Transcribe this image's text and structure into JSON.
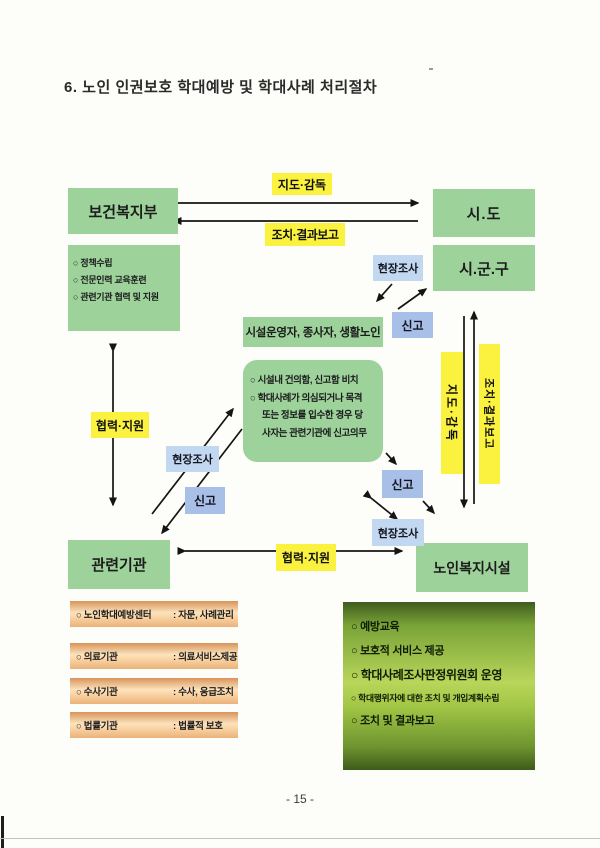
{
  "page": {
    "title": "6. 노인 인권보호 학대예방 및 학대사례 처리절차",
    "page_number": "- 15 -"
  },
  "nodes": {
    "mohw": "보건복지부",
    "sido": "시.도",
    "sigungu": "시.군.구",
    "related_org": "관련기관",
    "facility": "노인복지시설",
    "operators": "시설운영자, 종사자, 생활노인"
  },
  "edge_labels": {
    "guide_supervise": "지도·감독",
    "action_report": "조치·결과보고",
    "coop_support": "협력·지원",
    "field_survey": "현장조사",
    "report": "신고"
  },
  "mohw_tasks": {
    "t1": "○ 정책수립",
    "t2": "○ 전문인력 교육훈련",
    "t3": "○ 관련기관 협력 및 지원"
  },
  "operator_duties": {
    "l1": "○ 시설내 건의함, 신고함 비치",
    "l2": "○ 학대사례가 의심되거나 목격",
    "l3": "또는 정보를 입수한 경우 당",
    "l4": "사자는 관련기관에 신고의무"
  },
  "related_list": [
    {
      "org": "○ 노인학대예방센터",
      "role": ": 자문, 사례관리"
    },
    {
      "org": "○ 의료기관",
      "role": ": 의료서비스제공"
    },
    {
      "org": "○ 수사기관",
      "role": ": 수사, 응급조치"
    },
    {
      "org": "○ 법률기관",
      "role": ": 법률적 보호"
    }
  ],
  "facility_tasks": {
    "t1": "○ 예방교육",
    "t2": "○ 보호적 서비스 제공",
    "t3": "○ 학대사례조사판정위원회 운영",
    "t4": "○ 학대행위자에 대한 조치 및 개입계획수립",
    "t5": "○ 조치 및 결과보고"
  },
  "colors": {
    "node_green": "#9dd29b",
    "label_yellow": "#faf23e",
    "field_blue": "#c1d8f0",
    "report_blue": "#a8bfe7",
    "panel_green_dark": "#3f5c1d",
    "panel_green_light": "#b8d65a",
    "row_orange": "#eab279"
  }
}
